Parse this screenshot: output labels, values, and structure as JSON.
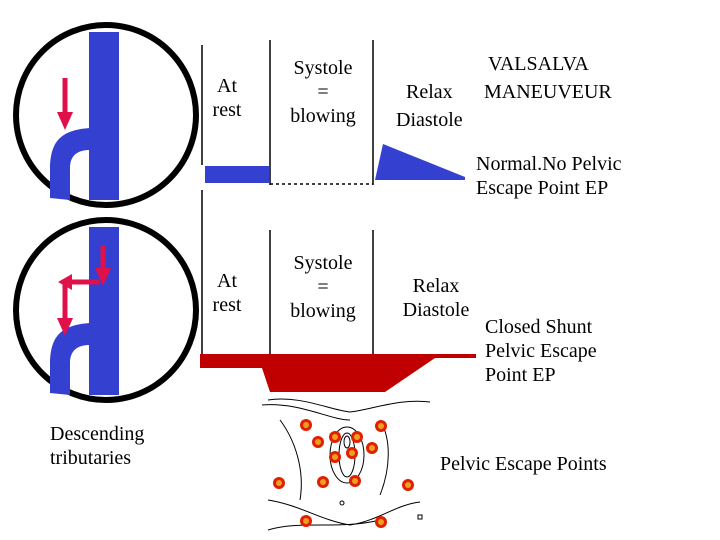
{
  "colors": {
    "vein_blue": "#3340d0",
    "arrow_red": "#e0104a",
    "flow_blue": "#3340d0",
    "flow_red": "#c00000",
    "flower_red": "#e02000",
    "flower_orange": "#f0a020"
  },
  "panel_top": {
    "at_rest": [
      "At",
      "rest"
    ],
    "systole": [
      "Systole",
      "=",
      "blowing"
    ],
    "valsalva": "VALSALVA",
    "relax": "Relax",
    "maneuver": "MANEUVEUR",
    "diastole": "Diastole",
    "result": [
      "Normal.No Pelvic",
      "Escape Point EP"
    ]
  },
  "panel_bottom": {
    "at_rest": [
      "At",
      "rest"
    ],
    "systole": [
      "Systole",
      "=",
      "blowing"
    ],
    "relax": "Relax",
    "diastole": "Diastole",
    "result": [
      "Closed Shunt",
      "Pelvic Escape",
      "Point EP"
    ]
  },
  "caption_left": [
    "Descending",
    "tributaries"
  ],
  "caption_bottom": "Pelvic Escape Points",
  "icons": {
    "vein_top": "vein-junction-icon",
    "vein_bottom": "vein-reflux-icon",
    "perineum": "perineum-escape-points-icon"
  }
}
